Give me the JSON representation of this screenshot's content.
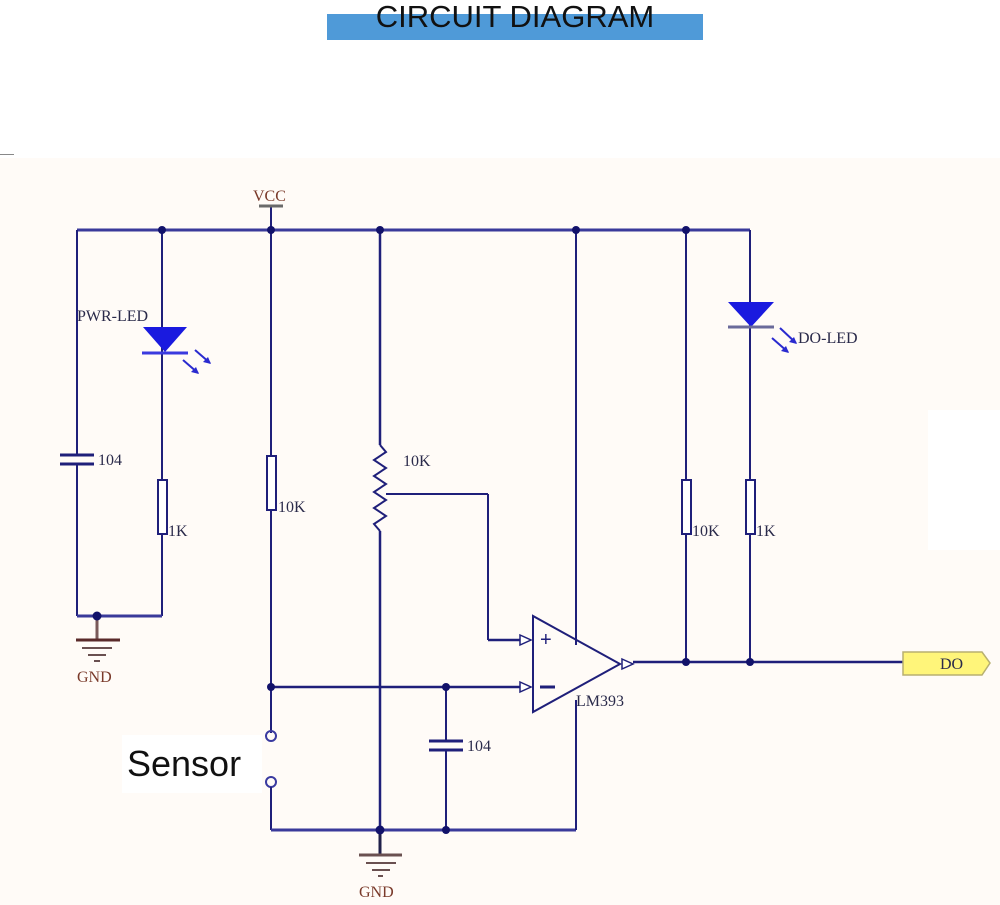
{
  "title": "CIRCUIT DIAGRAM",
  "colors": {
    "title_bar": "#4f9ad8",
    "wire": "#1f1f7a",
    "led": "#1a1adf",
    "label_box": "#fff57a",
    "background": "#fffbf7"
  },
  "labels": {
    "vcc": "VCC",
    "pwr_led": "PWR-LED",
    "do_led": "DO-LED",
    "cap_left": "104",
    "res_pwr": "1K",
    "res_div": "10K",
    "pot": "10K",
    "res_pullup": "10K",
    "res_doled": "1K",
    "comparator": "LM393",
    "plus": "+",
    "minus": "−",
    "cap_sensor": "104",
    "gnd_left": "GND",
    "gnd_bottom": "GND",
    "output": "DO",
    "sensor": "Sensor"
  }
}
